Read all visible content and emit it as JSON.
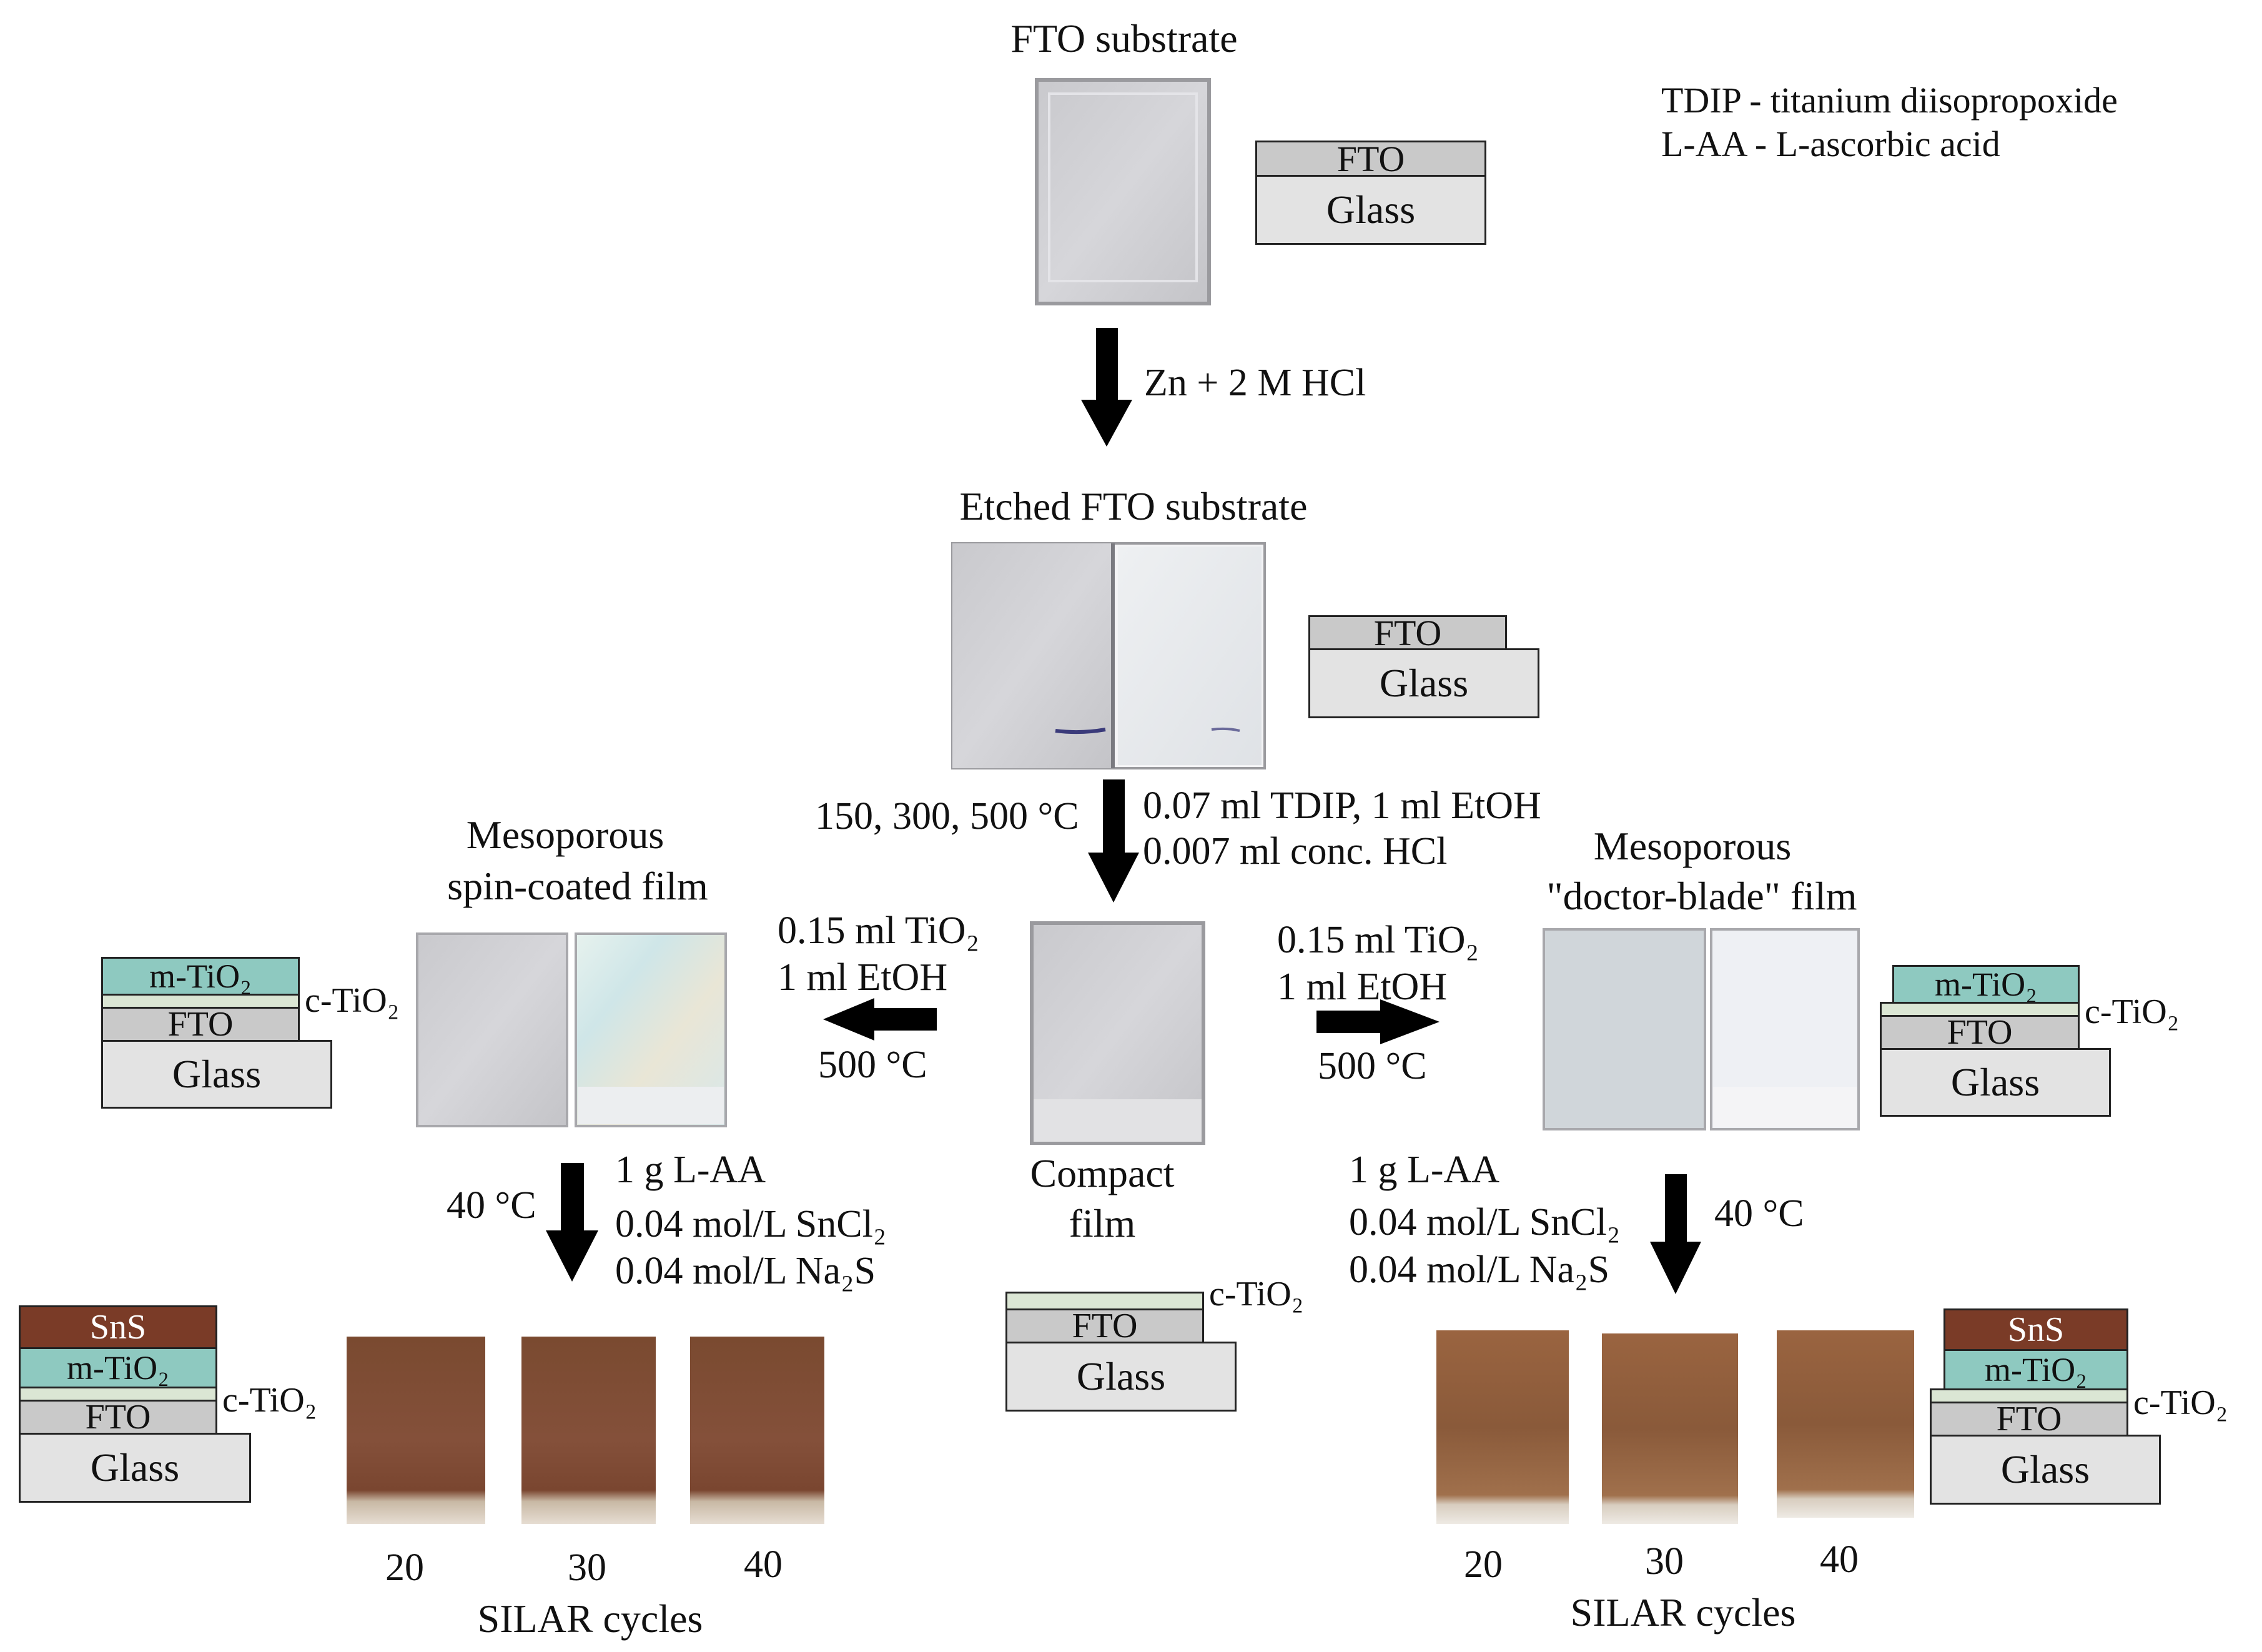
{
  "legend": {
    "line1": "TDIP - titanium diisopropoxide",
    "line2": "L-AA - L-ascorbic acid"
  },
  "stages": {
    "fto_substrate": "FTO substrate",
    "etched": "Etched FTO substrate",
    "meso_spin_line1": "Mesoporous",
    "meso_spin_line2": "spin-coated film",
    "meso_doctor_line1": "Mesoporous",
    "meso_doctor_line2": "\"doctor-blade\" film",
    "compact_line1": "Compact",
    "compact_line2": "film"
  },
  "steps": {
    "etch": "Zn + 2 M HCl",
    "compact_temp": "150, 300, 500 °C",
    "compact_reagent1": "0.07 ml TDIP, 1 ml EtOH",
    "compact_reagent2": "0.007 ml conc. HCl",
    "left_meso_1": "0.15 ml TiO₂",
    "left_meso_2": "1 ml EtOH",
    "left_meso_temp": "500 °C",
    "right_meso_1": "0.15 ml TiO₂",
    "right_meso_2": "1 ml EtOH",
    "right_meso_temp": "500 °C",
    "left_silar_temp": "40 °C",
    "left_silar_1": "1 g L-AA",
    "left_silar_2": "0.04 mol/L SnCl₂",
    "left_silar_3": "0.04 mol/L Na₂S",
    "right_silar_temp": "40 °C",
    "right_silar_1": "1 g L-AA",
    "right_silar_2": "0.04 mol/L SnCl₂",
    "right_silar_3": "0.04 mol/L Na₂S"
  },
  "layers": {
    "glass": "Glass",
    "fto": "FTO",
    "m_tio2": "m-TiO₂",
    "c_tio2": "c-TiO₂",
    "sns": "SnS"
  },
  "silar": {
    "cycles": [
      "20",
      "30",
      "40"
    ],
    "caption": "SILAR cycles"
  },
  "colors": {
    "glass": "#e3e3e3",
    "fto": "#c9c9c9",
    "c_tio2": "#dbe6d4",
    "m_tio2": "#8ec9c0",
    "sns": "#7a3b27",
    "arrow": "#000000"
  }
}
